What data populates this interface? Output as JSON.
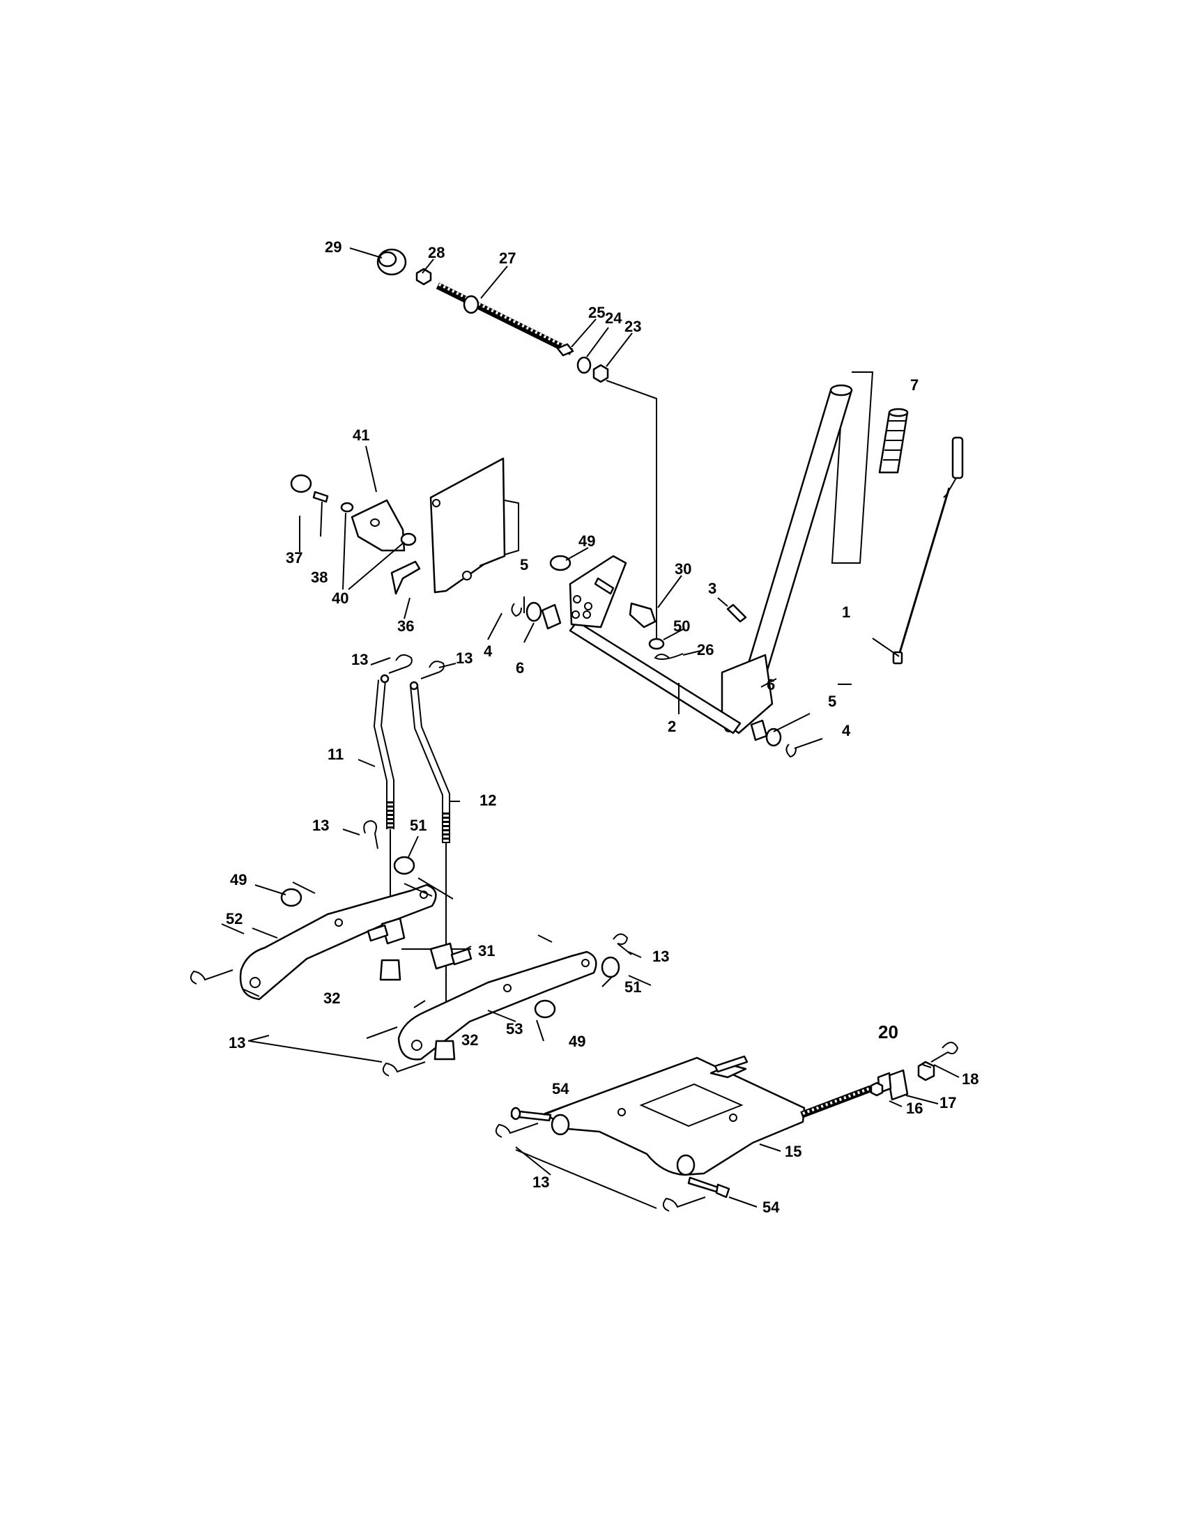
{
  "labels": {
    "l29": "29",
    "l28": "28",
    "l27": "27",
    "l25": "25",
    "l24": "24",
    "l23": "23",
    "l7": "7",
    "l41": "41",
    "l49a": "49",
    "l30": "30",
    "l3": "3",
    "l1": "1",
    "l5a": "5",
    "l37": "37",
    "l38": "38",
    "l40": "40",
    "l36": "36",
    "l4a": "4",
    "l6a": "6",
    "l50": "50",
    "l26": "26",
    "l13a": "13",
    "l13b": "13",
    "l6b": "6",
    "l5b": "5",
    "l2": "2",
    "l4b": "4",
    "l11": "11",
    "l12": "12",
    "l13c": "13",
    "l51a": "51",
    "l49b": "49",
    "l52": "52",
    "l31": "31",
    "l13d": "13",
    "l51b": "51",
    "l32a": "32",
    "l53": "53",
    "l49c": "49",
    "l13e": "13",
    "l32b": "32",
    "l20": "20",
    "l18": "18",
    "l54a": "54",
    "l17": "17",
    "l16": "16",
    "l15": "15",
    "l13f": "13",
    "l54b": "54"
  }
}
